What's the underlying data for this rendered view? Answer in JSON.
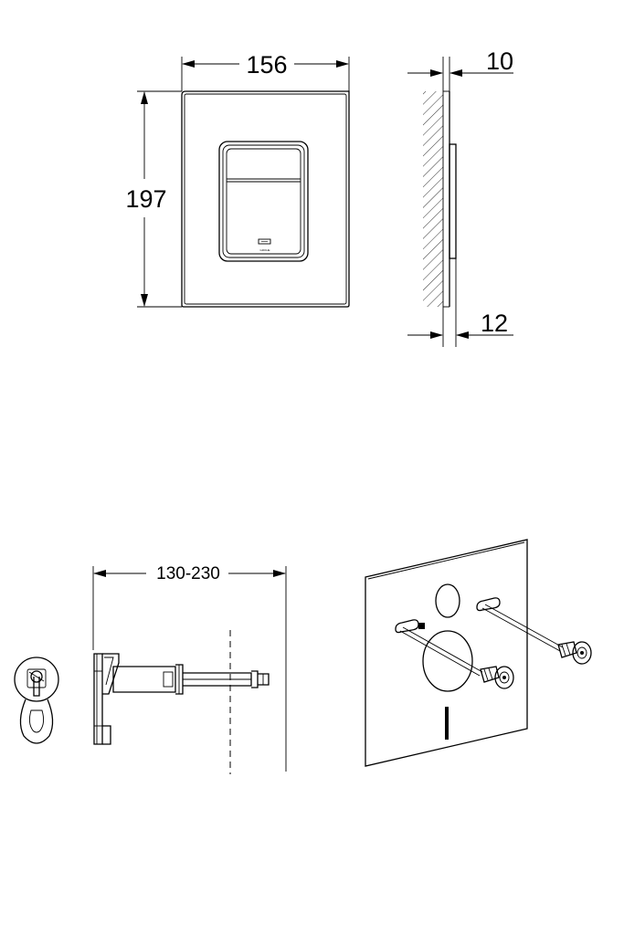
{
  "dimensions": {
    "plate_width": "156",
    "plate_height": "197",
    "plate_depth": "10",
    "button_depth": "12",
    "mount_range": "130-230"
  },
  "brand_mark": "GROHE"
}
